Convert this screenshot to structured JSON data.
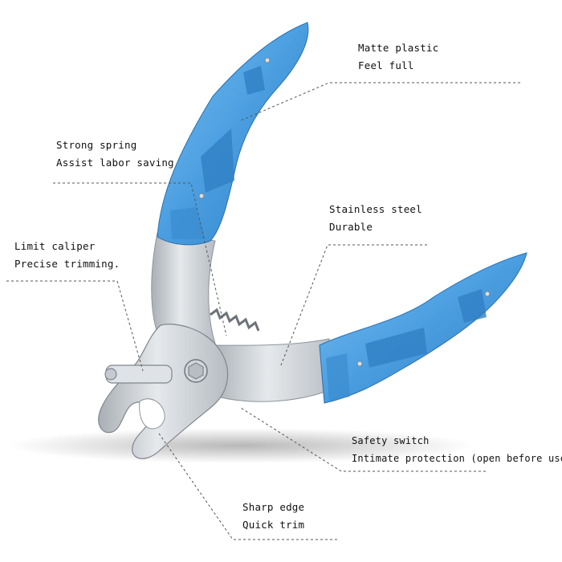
{
  "colors": {
    "handle_blue": "#4a9ee0",
    "steel": "#c9ced3",
    "leader_line": "#555555",
    "text": "#111111"
  },
  "callouts": [
    {
      "id": "matte-plastic",
      "line1": "Matte plastic",
      "line2": "Feel full"
    },
    {
      "id": "strong-spring",
      "line1": "Strong spring",
      "line2": "Assist labor saving"
    },
    {
      "id": "stainless-steel",
      "line1": "Stainless steel",
      "line2": "Durable"
    },
    {
      "id": "limit-caliper",
      "line1": "Limit caliper",
      "line2": "Precise trimming."
    },
    {
      "id": "safety-switch",
      "line1": "Safety switch",
      "line2": "Intimate protection (open before use)"
    },
    {
      "id": "sharp-edge",
      "line1": "Sharp edge",
      "line2": "Quick trim"
    }
  ]
}
